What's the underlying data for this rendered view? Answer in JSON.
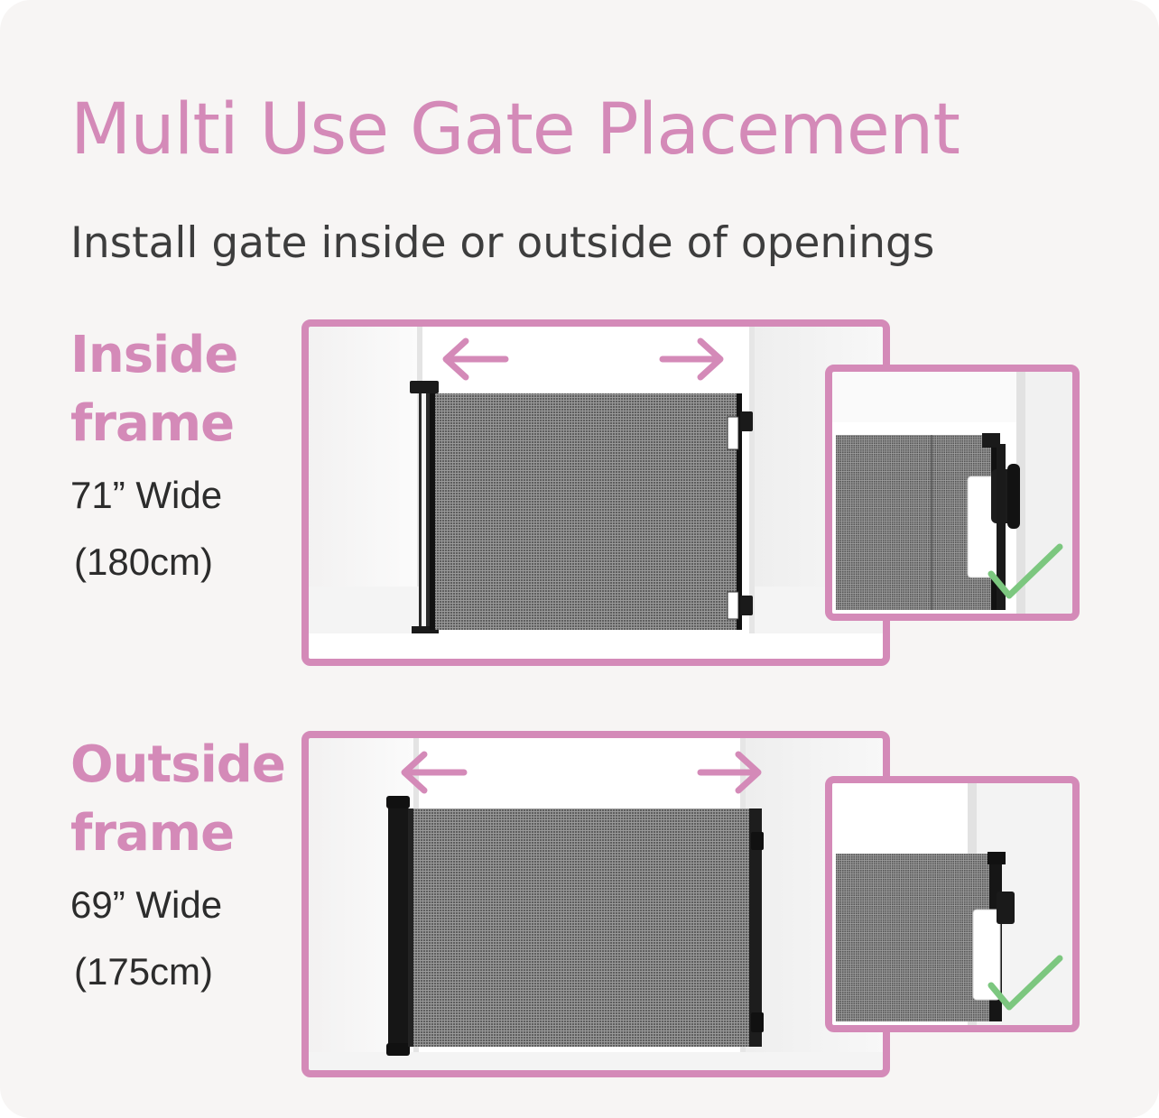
{
  "title": "Multi Use Gate Placement",
  "subtitle": "Install gate inside or outside of openings",
  "colors": {
    "accent": "#d48ab8",
    "background": "#f7f5f4",
    "check": "#7cc77f",
    "gate": "#1a1a1a",
    "wall": "#ffffff",
    "wall_shade": "#f0efef"
  },
  "placements": [
    {
      "line1": "Inside",
      "line2": "frame",
      "width": "71” Wide",
      "metric": "(180cm)",
      "icons": [
        "arrow-left-icon",
        "arrow-right-icon",
        "checkmark-icon"
      ]
    },
    {
      "line1": "Outside",
      "line2": "frame",
      "width": "69” Wide",
      "metric": "(175cm)",
      "icons": [
        "arrow-left-icon",
        "arrow-right-icon",
        "checkmark-icon"
      ]
    }
  ]
}
